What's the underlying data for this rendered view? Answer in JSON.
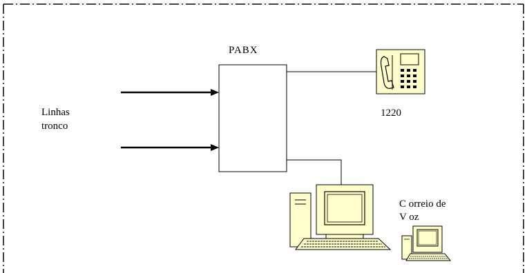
{
  "pbx": {
    "label": "PABX"
  },
  "trunk": {
    "line1": "Linhas",
    "line2": "tronco"
  },
  "phone": {
    "extension": "1220"
  },
  "voicemail": {
    "line1": "C orreio de",
    "line2": "V oz"
  },
  "colors": {
    "frame": "#000000",
    "device_fill": "#ffffcc",
    "device_stroke": "#000000"
  }
}
